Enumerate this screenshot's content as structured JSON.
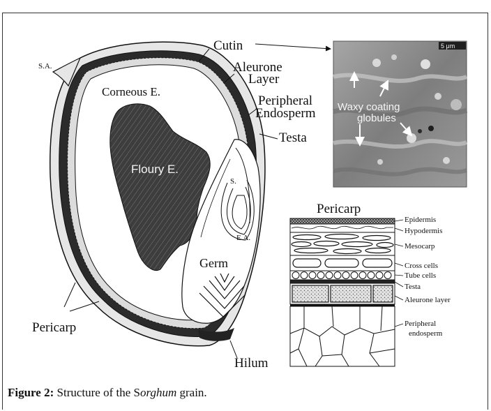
{
  "diagram": {
    "grain_labels": {
      "sa": "S.A.",
      "cutin": "Cutin",
      "aleurone_1": "Aleurone",
      "aleurone_2": "Layer",
      "corneous": "Corneous E.",
      "peripheral_1": "Peripheral",
      "peripheral_2": "Endosperm",
      "testa": "Testa",
      "floury": "Floury E.",
      "s": "S.",
      "ea": "E.A.",
      "germ": "Germ",
      "pericarp": "Pericarp",
      "hilum": "Hilum"
    },
    "micrograph": {
      "scale": "5 μm",
      "label_1": "Waxy coating",
      "label_2": "globules"
    },
    "pericarp_section": {
      "title": "Pericarp",
      "layers": [
        "Epidermis",
        "Hypodermis",
        "Mesocarp",
        "Cross cells",
        "Tube cells",
        "Testa",
        "Aleurone layer",
        "Peripheral",
        "endosperm"
      ]
    }
  },
  "caption": {
    "label": "Figure 2:",
    "text_before": " Structure of the ",
    "species_prefix": "S",
    "species_rest": "orghum",
    "text_after": " grain."
  },
  "colors": {
    "micrograph_base": "#8a8a8a",
    "floury_fill": "#3a3a3a",
    "line": "#111111"
  }
}
